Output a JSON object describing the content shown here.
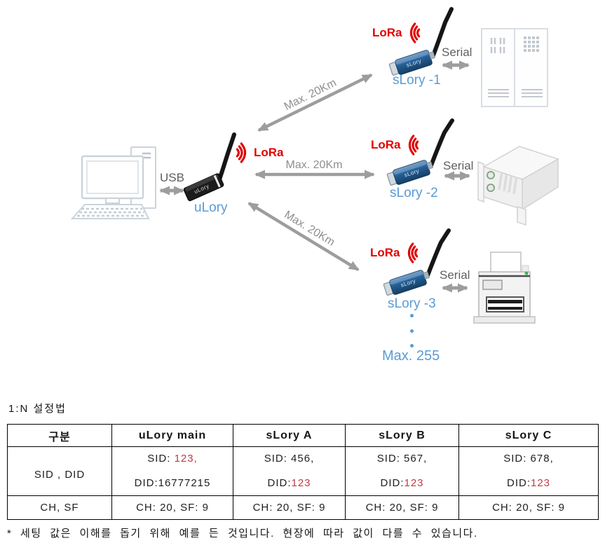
{
  "diagram": {
    "usb_label": "USB",
    "ulory_label": "uLory",
    "ulory_device_text": "uLory",
    "slory_device_text": "sLory",
    "lora_label": "LoRa",
    "serial_label": "Serial",
    "max_range_label": "Max. 20Km",
    "max_nodes_label": "Max. 255",
    "slory_labels": [
      "sLory -1",
      "sLory -2",
      "sLory -3"
    ],
    "continuation_dots": "...",
    "colors": {
      "lora_red": "#e00000",
      "label_blue": "#5b9bd5",
      "value_red": "#c03a46",
      "arrow_gray": "#9d9d9d",
      "muted_text": "#5f5f5f",
      "range_text": "#8f8f8f"
    }
  },
  "table": {
    "title": "1:N 설정법",
    "headers": [
      "구분",
      "uLory main",
      "sLory A",
      "sLory B",
      "sLory C"
    ],
    "rows": [
      {
        "label": "SID , DID",
        "cells": [
          {
            "lines": [
              [
                {
                  "t": "SID: ",
                  "c": "default"
                },
                {
                  "t": "123,",
                  "c": "red"
                }
              ],
              [
                {
                  "t": "DID:16777215",
                  "c": "default"
                }
              ]
            ]
          },
          {
            "lines": [
              [
                {
                  "t": "SID: 456,",
                  "c": "default"
                }
              ],
              [
                {
                  "t": "DID:",
                  "c": "default"
                },
                {
                  "t": "123",
                  "c": "red"
                }
              ]
            ]
          },
          {
            "lines": [
              [
                {
                  "t": "SID: 567,",
                  "c": "default"
                }
              ],
              [
                {
                  "t": "DID:",
                  "c": "default"
                },
                {
                  "t": "123",
                  "c": "red"
                }
              ]
            ]
          },
          {
            "lines": [
              [
                {
                  "t": "SID: 678,",
                  "c": "default"
                }
              ],
              [
                {
                  "t": "DID:",
                  "c": "default"
                },
                {
                  "t": "123",
                  "c": "red"
                }
              ]
            ]
          }
        ]
      },
      {
        "label": "CH, SF",
        "cells": [
          {
            "lines": [
              [
                {
                  "t": "CH: 20, SF: 9",
                  "c": "default"
                }
              ]
            ]
          },
          {
            "lines": [
              [
                {
                  "t": "CH: 20, SF: 9",
                  "c": "default"
                }
              ]
            ]
          },
          {
            "lines": [
              [
                {
                  "t": "CH: 20, SF: 9",
                  "c": "default"
                }
              ]
            ]
          },
          {
            "lines": [
              [
                {
                  "t": "CH: 20, SF: 9",
                  "c": "default"
                }
              ]
            ]
          }
        ]
      }
    ],
    "footnote": "* 세팅 값은 이해를 돕기 위해 예를 든 것입니다. 현장에 따라 값이 다를 수 있습니다."
  }
}
